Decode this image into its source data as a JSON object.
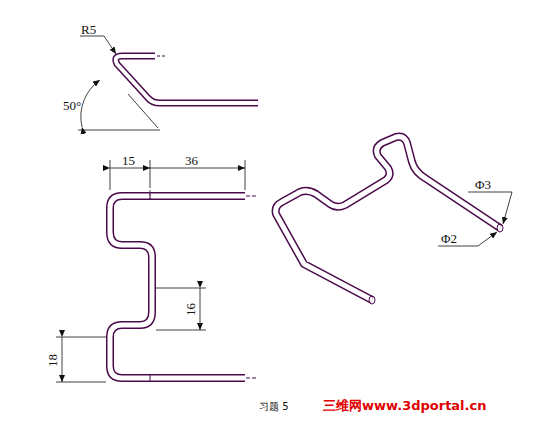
{
  "diagram": {
    "labels": [
      "R5",
      "50°",
      "15",
      "36",
      "16",
      "18",
      "Φ3",
      "Φ2",
      "习题 5",
      "三维网www.3dportal.cn"
    ]
  }
}
